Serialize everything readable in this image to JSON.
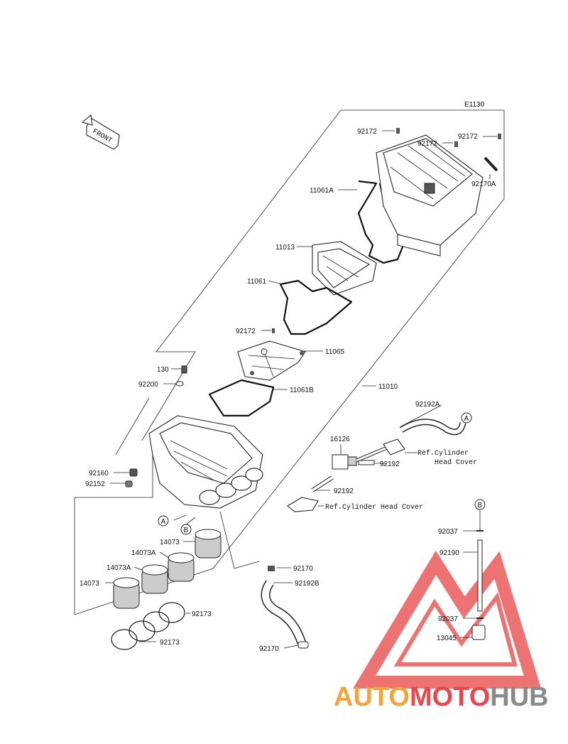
{
  "figure_code": "E1130",
  "front_label": "FRONT",
  "parts": {
    "p92172_top": "92172",
    "p92172_mid": "92172",
    "p92172_right": "92172",
    "p92170A": "92170A",
    "p11061A": "11061A",
    "p11013": "11013",
    "p11061": "11061",
    "p92172_low": "92172",
    "p11065": "11065",
    "p130": "130",
    "p92200": "92200",
    "p11061B": "11061B",
    "p11010": "11010",
    "p92192A": "92192A",
    "p16126": "16126",
    "p92192_a": "92192",
    "p92192_b": "92192",
    "p92160": "92160",
    "p92152": "92152",
    "p14073_a": "14073",
    "p14073A_a": "14073A",
    "p14073A_b": "14073A",
    "p14073_b": "14073",
    "p92173_a": "92173",
    "p92173_b": "92173",
    "p92170_a": "92170",
    "p92192B": "92192B",
    "p92170_b": "92170",
    "p92037_a": "92037",
    "p92190": "92190",
    "p92037_b": "92037",
    "p13045": "13045"
  },
  "refs": {
    "ref_upper_1": "Ref.Cylinder",
    "ref_upper_2": "Head Cover",
    "ref_lower": "Ref.Cylinder Head Cover"
  },
  "markers": {
    "A_box": "A",
    "B_box": "B",
    "A_hose": "A",
    "B_tube": "B"
  },
  "watermark": {
    "auto": "AUTO",
    "moto": "MOTO",
    "hub": "HUB",
    "colors": {
      "auto": "#f2a33a",
      "moto": "#e8474b",
      "hub": "#8a8a8a"
    }
  }
}
